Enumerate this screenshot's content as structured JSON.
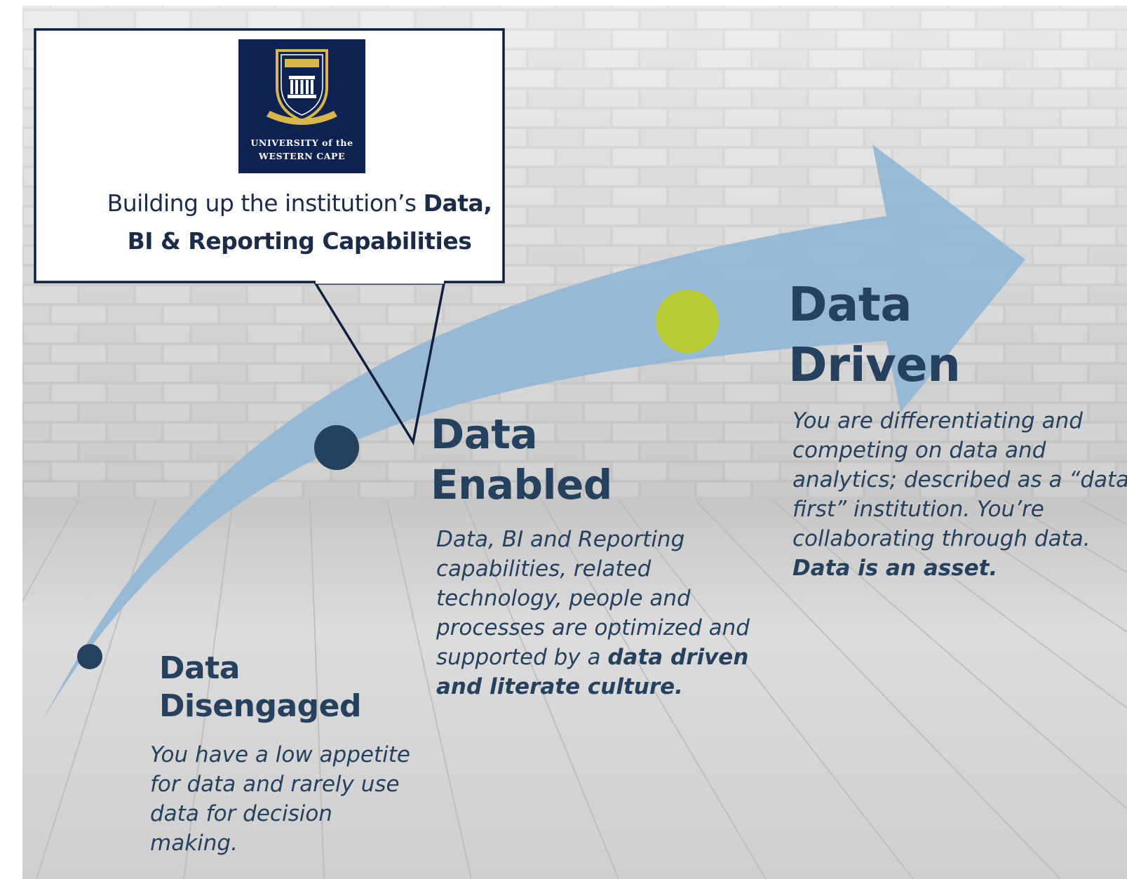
{
  "callout": {
    "logo": {
      "line1": "UNIVERSITY of the",
      "line2": "WESTERN CAPE"
    },
    "text_plain": "Building up the institution’s ",
    "text_bold_1": "Data,",
    "text_bold_2": "BI & Reporting Capabilities"
  },
  "stages": {
    "disengaged": {
      "title_1": "Data",
      "title_2": "Disengaged",
      "description": "You have a low appetite for data and rarely use data for decision making."
    },
    "enabled": {
      "title_1": "Data",
      "title_2": "Enabled",
      "description_plain": "Data, BI and Reporting capabilities, related technology, people and processes are optimized and supported by a ",
      "description_bold": "data driven and literate culture."
    },
    "driven": {
      "title_1": "Data",
      "title_2": "Driven",
      "description_plain": "You are differentiating and competing on data and analytics; described as a “data first” institution. You’re collaborating through data. ",
      "description_bold": "Data is an asset."
    }
  },
  "colors": {
    "arrow": "#93b7d5",
    "dot_dark": "#26415c",
    "dot_accent": "#b8c936",
    "text": "#25415e",
    "callout_border": "#0f2352",
    "logo_bg": "#0f2352"
  },
  "icons": {
    "crest": "university-crest-icon"
  }
}
